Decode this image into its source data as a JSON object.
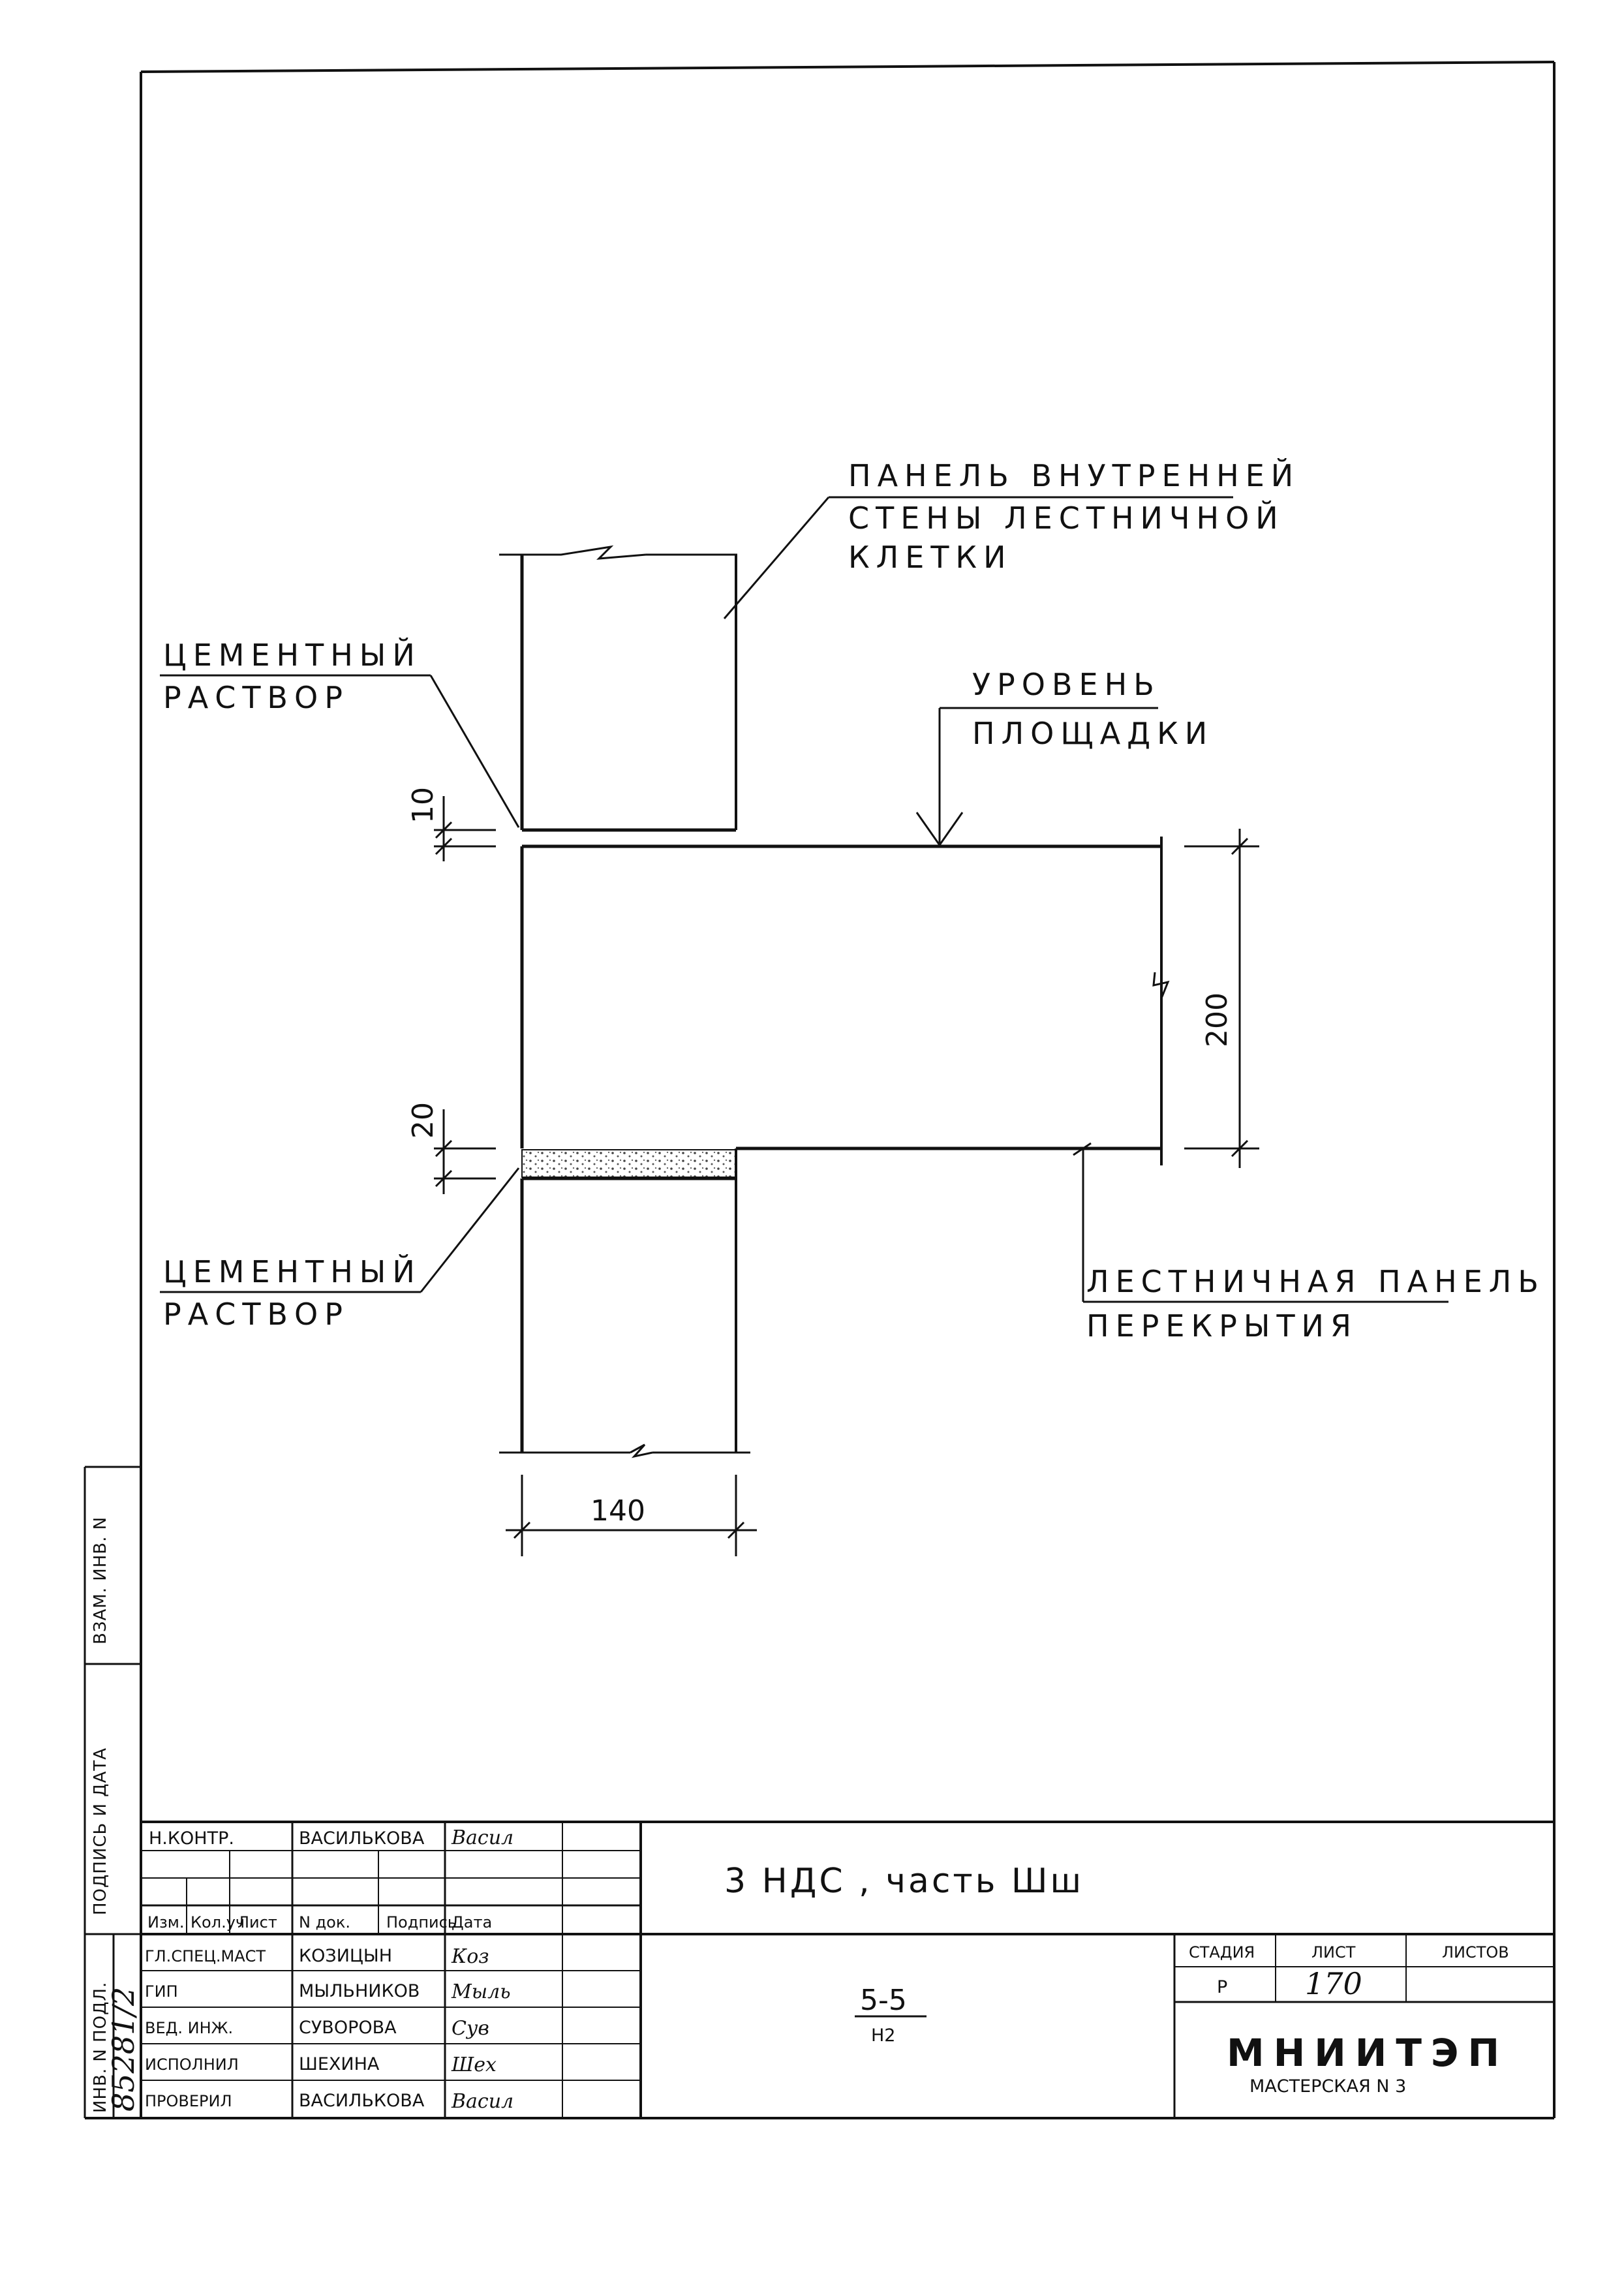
{
  "drawing": {
    "labels": {
      "inner_wall_line1": "ПАНЕЛЬ ВНУТРЕННЕЙ",
      "inner_wall_line2": "СТЕНЫ ЛЕСТНИЧНОЙ",
      "inner_wall_line3": "КЛЕТКИ",
      "mortar_top_line1": "ЦЕМЕНТНЫЙ",
      "mortar_top_line2": "РАСТВОР",
      "landing_level_line1": "УРОВЕНЬ",
      "landing_level_line2": "ПЛОЩАДКИ",
      "mortar_bottom_line1": "ЦЕМЕНТНЫЙ",
      "mortar_bottom_line2": "РАСТВОР",
      "stair_panel_line1": "ЛЕСТНИЧНАЯ ПАНЕЛЬ",
      "stair_panel_line2": "ПЕРЕКРЫТИЯ"
    },
    "dimensions": {
      "top_joint": "10",
      "bottom_joint": "20",
      "slab_thickness": "200",
      "wall_width": "140"
    }
  },
  "side_stamp": {
    "inv_podl": "ИНВ. N ПОДЛ.",
    "podpis_data": "ПОДПИСЬ И ДАТА",
    "vzam_inv": "ВЗАМ. ИНВ. N",
    "inv_number": "85281/2"
  },
  "title_block": {
    "norm_control": {
      "role": "Н.КОНТР.",
      "name": "ВАСИЛЬКОВА",
      "sign": "Васил"
    },
    "header": {
      "izm": "Изм.",
      "koluch": "Кол.уч",
      "list": "Лист",
      "ndok": "N док.",
      "podpis": "Подпись",
      "data": "Дата"
    },
    "staff": [
      {
        "role": "ГЛ.СПЕЦ.МАСТ",
        "name": "КОЗИЦЫН",
        "sign": "Коз"
      },
      {
        "role": "ГИП",
        "name": "МЫЛЬНИКОВ",
        "sign": "Мыль"
      },
      {
        "role": "ВЕД. ИНЖ.",
        "name": "СУВОРОВА",
        "sign": "Сув"
      },
      {
        "role": "ИСПОЛНИЛ",
        "name": "ШЕХИНА",
        "sign": "Шех"
      },
      {
        "role": "ПРОВЕРИЛ",
        "name": "ВАСИЛЬКОВА",
        "sign": "Васил"
      }
    ],
    "project_title": "3 НДС , часть Шш",
    "section_num": "5-5",
    "section_sub": "Н2",
    "stage_label": "СТАДИЯ",
    "sheet_label": "ЛИСТ",
    "sheets_label": "ЛИСТОВ",
    "stage_value": "Р",
    "sheet_value": "170",
    "org_name": "МНИИТЭП",
    "org_sub": "МАСТЕРСКАЯ N 3"
  }
}
